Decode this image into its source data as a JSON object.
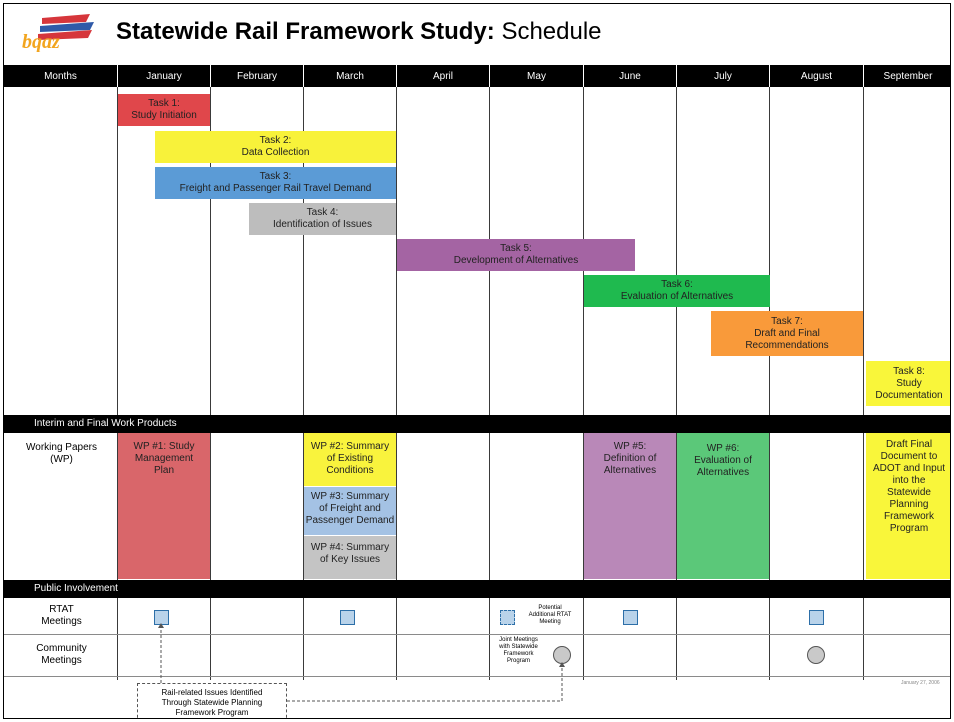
{
  "header": {
    "title_bold": "Statewide Rail Framework Study:",
    "title_rest": "Schedule",
    "logo_text": "bqaz"
  },
  "columns": [
    "Months",
    "January",
    "February",
    "March",
    "April",
    "May",
    "June",
    "July",
    "August",
    "September"
  ],
  "tasks": [
    {
      "label": "Task 1:",
      "name": "Study Initiation",
      "color": "#e0474b"
    },
    {
      "label": "Task 2:",
      "name": "Data Collection",
      "color": "#f8f23a"
    },
    {
      "label": "Task 3:",
      "name": "Freight and Passenger Rail Travel Demand",
      "color": "#5b9bd6"
    },
    {
      "label": "Task 4:",
      "name": "Identification of Issues",
      "color": "#bdbdbd"
    },
    {
      "label": "Task 5:",
      "name": "Development of Alternatives",
      "color": "#a464a3"
    },
    {
      "label": "Task 6:",
      "name": "Evaluation of Alternatives",
      "color": "#1fba4f"
    },
    {
      "label": "Task 7:",
      "name_line1": "Draft and Final",
      "name_line2": "Recommendations",
      "color": "#f99a3a"
    },
    {
      "label": "Task 8:",
      "name_line1": "Study",
      "name_line2": "Documentation",
      "color": "#f9f63a"
    }
  ],
  "sections": {
    "work_products": "Interim and Final Work Products",
    "public_involvement": "Public Involvement"
  },
  "row_labels": {
    "working_papers_1": "Working Papers",
    "working_papers_2": "(WP)",
    "rtat_1": "RTAT",
    "rtat_2": "Meetings",
    "community_1": "Community",
    "community_2": "Meetings"
  },
  "working_papers": {
    "wp1": [
      "WP #1: Study",
      "Management",
      "Plan"
    ],
    "wp2": [
      "WP #2: Summary",
      "of Existing",
      "Conditions"
    ],
    "wp3": [
      "WP #3: Summary",
      "of Freight and",
      "Passenger Demand"
    ],
    "wp4": [
      "WP #4: Summary",
      "of Key Issues"
    ],
    "wp5": [
      "WP #5:",
      "Definition of",
      "Alternatives"
    ],
    "wp6": [
      "WP #6:",
      "Evaluation of",
      "Alternatives"
    ],
    "final": [
      "Draft Final",
      "Document to",
      "ADOT and Input",
      "into the",
      "Statewide",
      "Planning",
      "Framework",
      "Program"
    ]
  },
  "wp_colors": {
    "wp1": "#d9666a",
    "wp2": "#f9f33d",
    "wp3": "#a4c2e4",
    "wp4": "#c4c4c4",
    "wp5": "#b988b8",
    "wp6": "#5bc879",
    "final": "#f9f63a"
  },
  "notes": {
    "potential": [
      "Potential",
      "Additional RTAT",
      "Meeting"
    ],
    "joint": [
      "Joint Meetings",
      "with Statewide",
      "Framework",
      "Program"
    ],
    "issues": [
      "Rail-related Issues Identified",
      "Through Statewide Planning",
      "Framework Program"
    ]
  },
  "footer": {
    "date": "January 27, 2006"
  }
}
